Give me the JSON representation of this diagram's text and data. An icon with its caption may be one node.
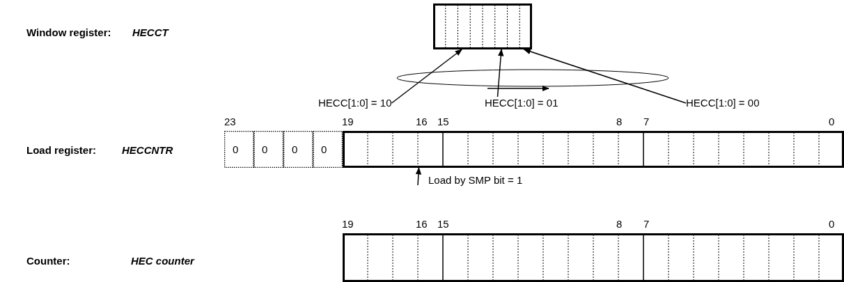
{
  "diagram": {
    "nodes": [
      {
        "text": [],
        "shape": "box"
      },
      {
        "text": [
          "HECC[1:0] = 10"
        ]
      },
      {
        "text": [
          "HECC[1:0] = 01"
        ]
      },
      {
        "text": [
          "HECC[1:0] = 00"
        ]
      },
      {
        "text": [],
        "shape": "box",
        "beside": [
          "23",
          "19",
          "16",
          "15",
          "8",
          "7",
          "0"
        ]
      },
      {
        "text": [],
        "shape": "box",
        "beside": [
          "19",
          "16",
          "15",
          "8",
          "7",
          "0"
        ]
      }
    ],
    "edges": [
      {
        "from": 1,
        "to": 0,
        "arrow": "to"
      },
      {
        "from": 2,
        "to": 0,
        "arrow": "to"
      },
      {
        "from": 3,
        "to": 0,
        "arrow": "to"
      },
      {
        "from": null,
        "to": 4,
        "arrow": "to",
        "label": "Load by SMP bit = 1"
      }
    ],
    "labels": [
      "Window register:",
      "HECCT",
      "Load register:",
      "HECCNTR",
      "0",
      "0",
      "0",
      "0",
      "Counter:",
      "HEC counter"
    ]
  }
}
